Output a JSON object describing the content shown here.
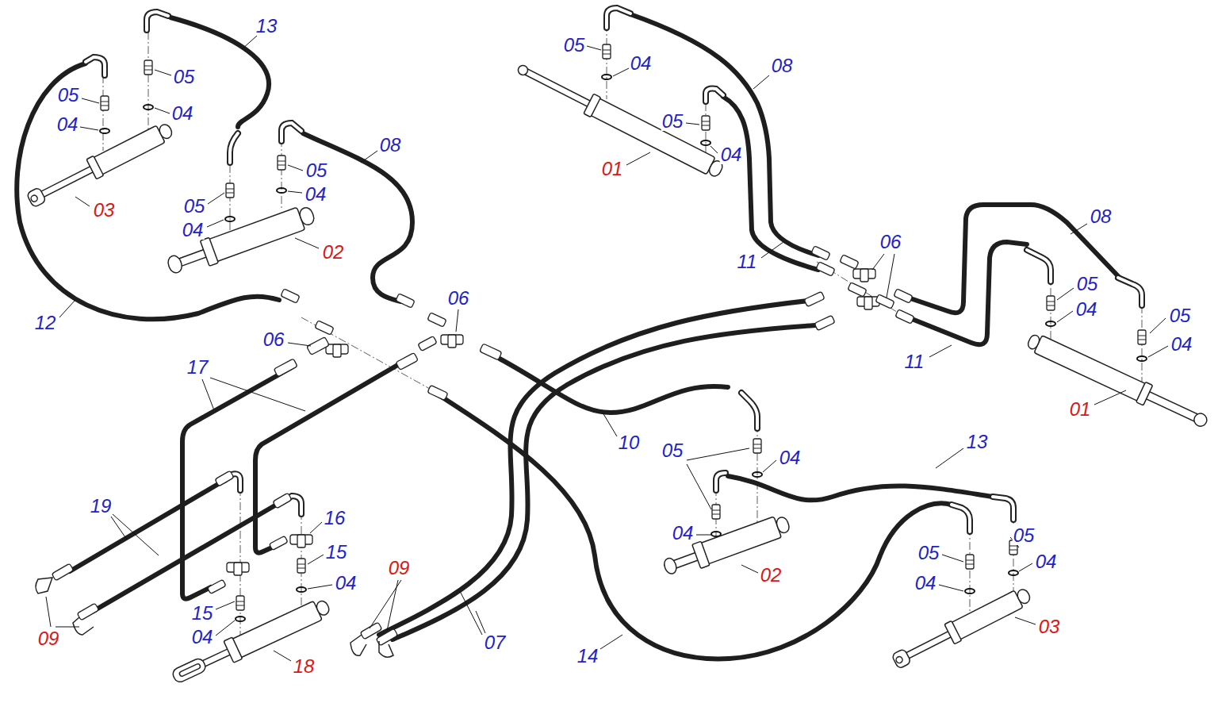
{
  "diagram": {
    "labels": [
      "13",
      "05",
      "04",
      "08",
      "05",
      "05",
      "04",
      "05",
      "04",
      "04",
      "08",
      "01",
      "05",
      "04",
      "05",
      "03",
      "04",
      "08",
      "06",
      "02",
      "11",
      "05",
      "04",
      "06",
      "05",
      "12",
      "06",
      "04",
      "11",
      "17",
      "01",
      "10",
      "13",
      "05",
      "04",
      "19",
      "16",
      "04",
      "05",
      "15",
      "05",
      "02",
      "09",
      "04",
      "04",
      "04",
      "15",
      "04",
      "03",
      "09",
      "07",
      "18",
      "14"
    ]
  }
}
